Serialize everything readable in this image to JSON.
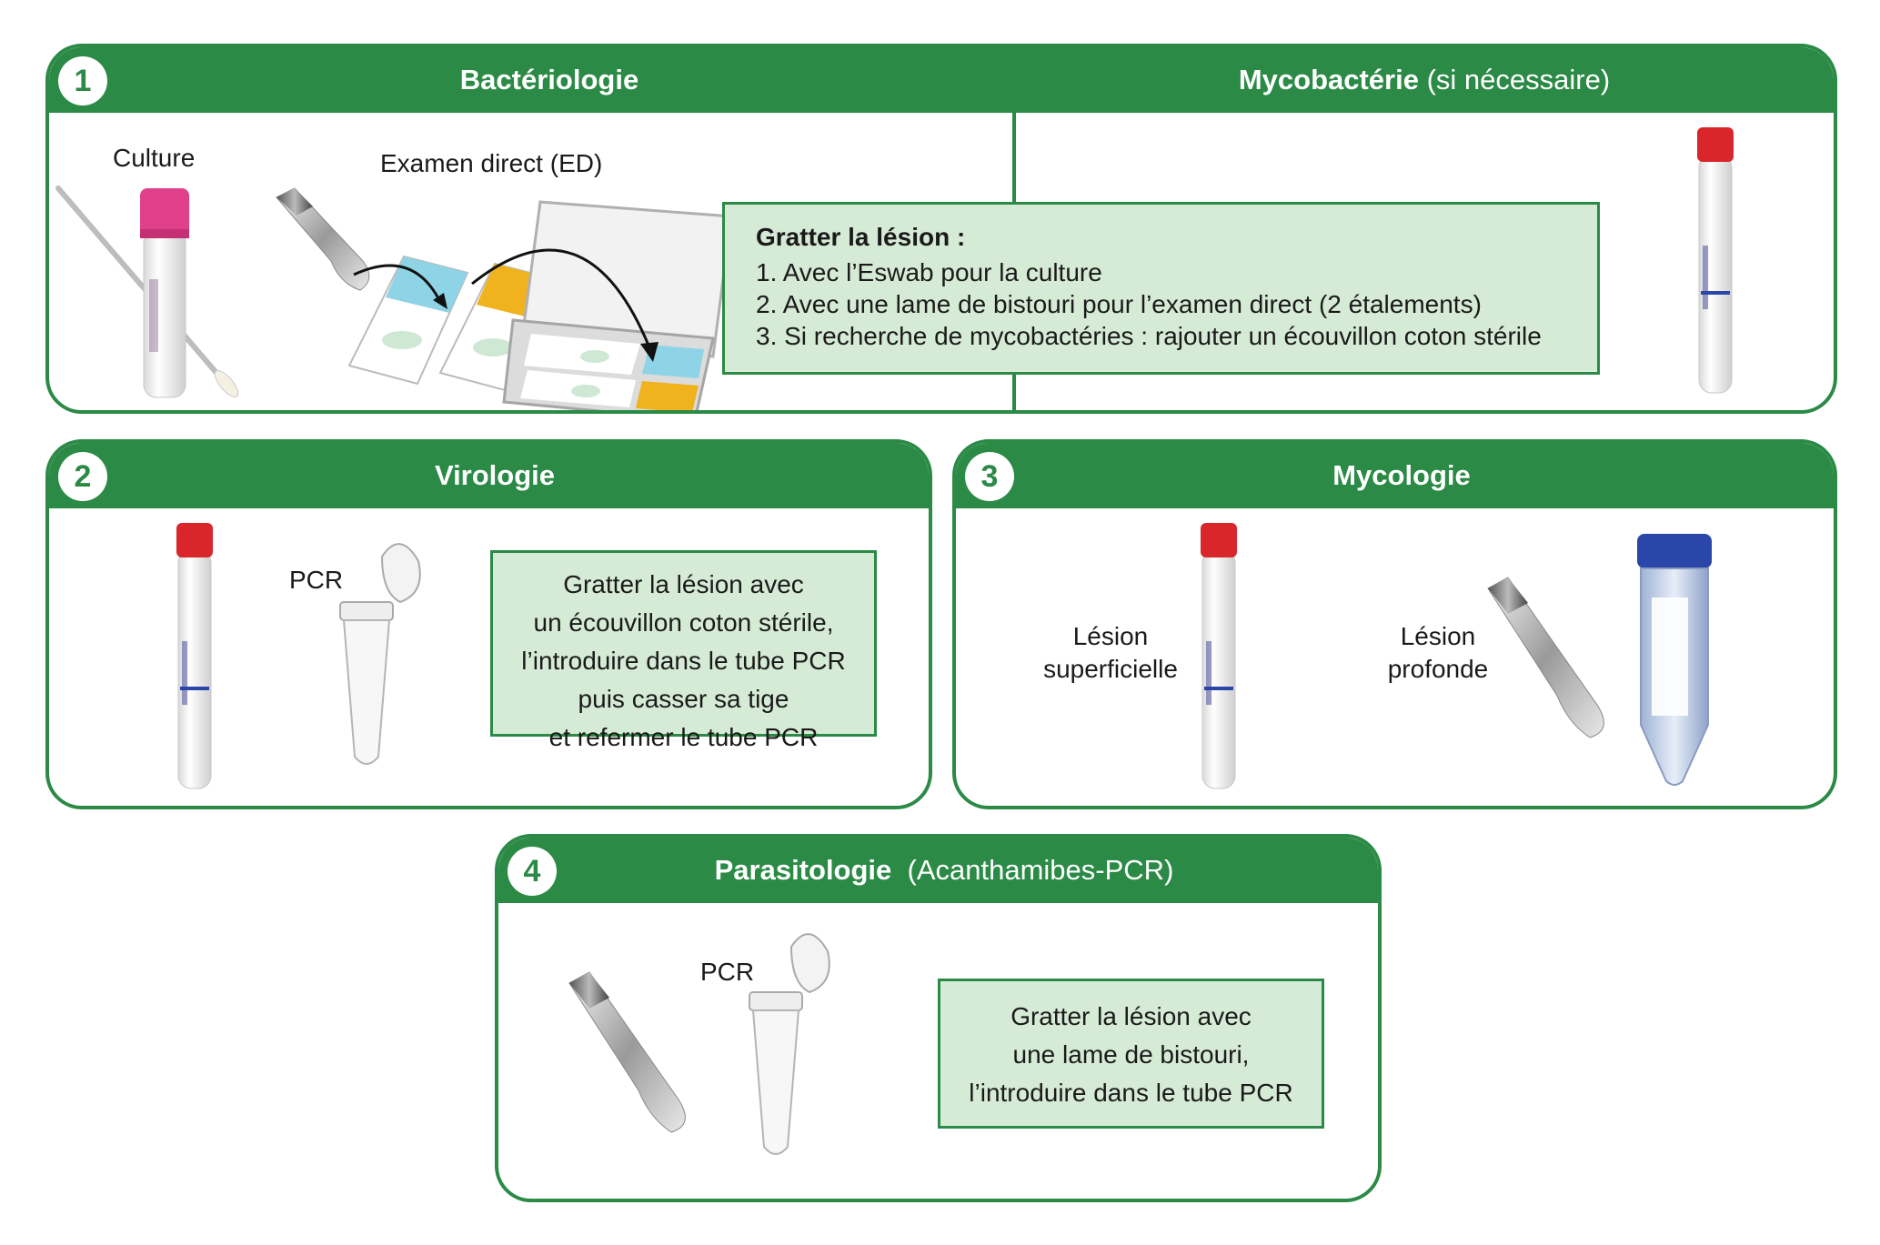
{
  "colors": {
    "green": "#2b8a45",
    "note_bg": "#d6ebd6",
    "tube_red": "#d8262a",
    "tube_pink": "#e0408a",
    "slide_blue": "#8fd4e6",
    "slide_yellow": "#f0b21d",
    "cap_blue": "#2946a8"
  },
  "panel1": {
    "number": "1",
    "title_left": "Bactériologie",
    "title_right_bold": "Mycobactérie",
    "title_right_rest": " (si nécessaire)",
    "culture_label": "Culture",
    "ed_label": "Examen direct (ED)",
    "note": {
      "heading": "Gratter la lésion :",
      "lines": [
        "1. Avec l’Eswab pour la culture",
        "2. Avec une lame de bistouri pour l’examen direct (2 étalements)",
        "3. Si recherche de mycobactéries : rajouter un écouvillon coton stérile"
      ]
    }
  },
  "panel2": {
    "number": "2",
    "title": "Virologie",
    "pcr_label": "PCR",
    "note_lines": [
      "Gratter la lésion avec",
      "un écouvillon coton stérile,",
      "l’introduire dans le tube PCR",
      "puis casser sa tige",
      "et refermer le tube PCR"
    ]
  },
  "panel3": {
    "number": "3",
    "title": "Mycologie",
    "superficial_label": [
      "Lésion",
      "superficielle"
    ],
    "deep_label": [
      "Lésion",
      "profonde"
    ]
  },
  "panel4": {
    "number": "4",
    "title_bold": "Parasitologie",
    "title_rest": "  (Acanthamibes-PCR)",
    "pcr_label": "PCR",
    "note_lines": [
      "Gratter la lésion avec",
      "une lame de bistouri,",
      "l’introduire dans le tube PCR"
    ]
  }
}
